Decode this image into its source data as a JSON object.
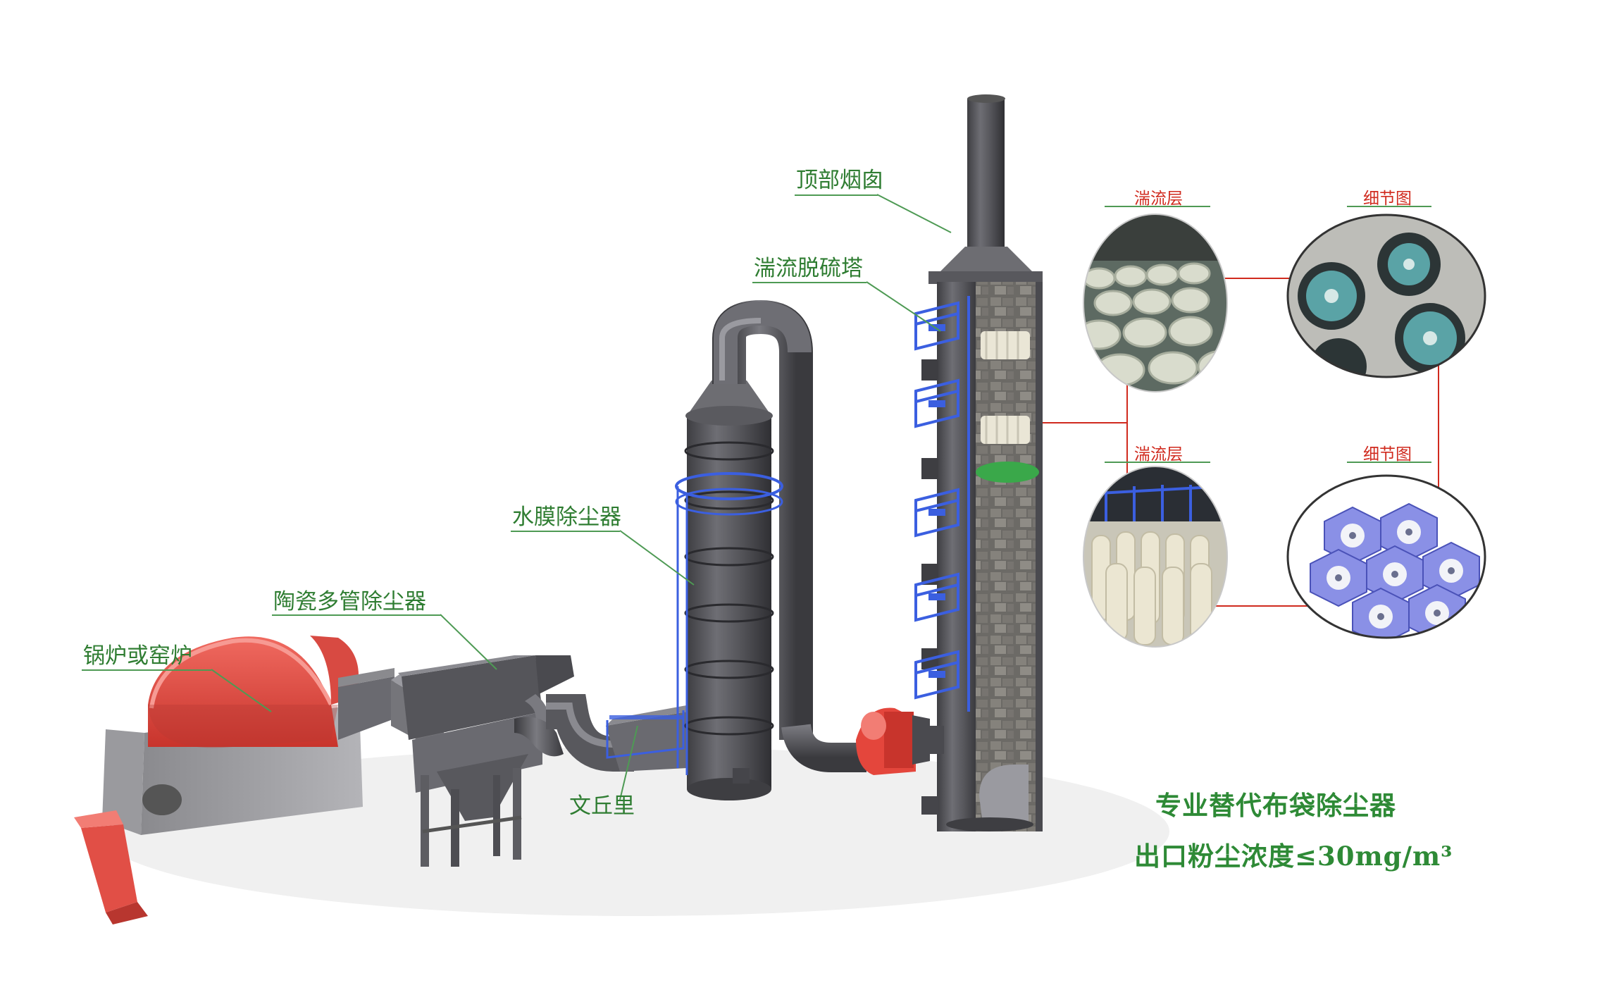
{
  "labels": {
    "top_chimney": "顶部烟囱",
    "desulfurization_tower": "湍流脱硫塔",
    "water_film_collector": "水膜除尘器",
    "ceramic_multitube_collector": "陶瓷多管除尘器",
    "boiler_or_kiln": "锅炉或窑炉",
    "venturi": "文丘里"
  },
  "detail_panels": {
    "turbulent_layer_1": "湍流层",
    "detail_view_1": "细节图",
    "turbulent_layer_2": "湍流层",
    "detail_view_2": "细节图"
  },
  "slogan": {
    "line1": "专业替代布袋除尘器",
    "line2": "出口粉尘浓度≤30mg/m³"
  },
  "colors": {
    "label_green": "#2f7d32",
    "detail_red": "#d02a1e",
    "steel_gray": "#5a5a5e",
    "boiler_red": "#e8524a",
    "rail_blue": "#3b5fe0"
  }
}
